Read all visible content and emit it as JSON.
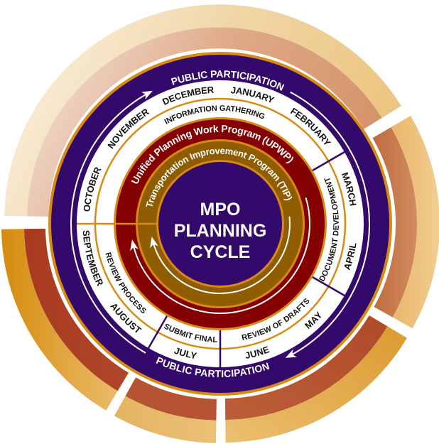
{
  "center": {
    "lines": [
      "MPO",
      "PLANNING",
      "CYCLE"
    ]
  },
  "public_participation": {
    "top_label": "PUBLIC PARTICIPATION",
    "bottom_label": "PUBLIC PARTICIPATION"
  },
  "months": [
    "JANUARY",
    "FEBRUARY",
    "MARCH",
    "APRIL",
    "MAY",
    "JUNE",
    "JULY",
    "AUGUST",
    "SEPTEMBER",
    "OCTOBER",
    "NOVEMBER",
    "DECEMBER"
  ],
  "phases": [
    "INFORMATION GATHERING",
    "DOCUMENT DEVELOPMENT",
    "REVIEW OF DRAFTS",
    "SUBMIT FINAL",
    "REVIEW PROCESS"
  ],
  "programs": {
    "upwp": "Unified Planning Work Program (UPWP)",
    "tip": "Transportation Improvement Program (TIP)"
  },
  "colors": {
    "purple": "#330a6b",
    "red": "#850000",
    "gold": "#8f5d00",
    "orange": "#d98a14",
    "white": "#ffffff"
  }
}
